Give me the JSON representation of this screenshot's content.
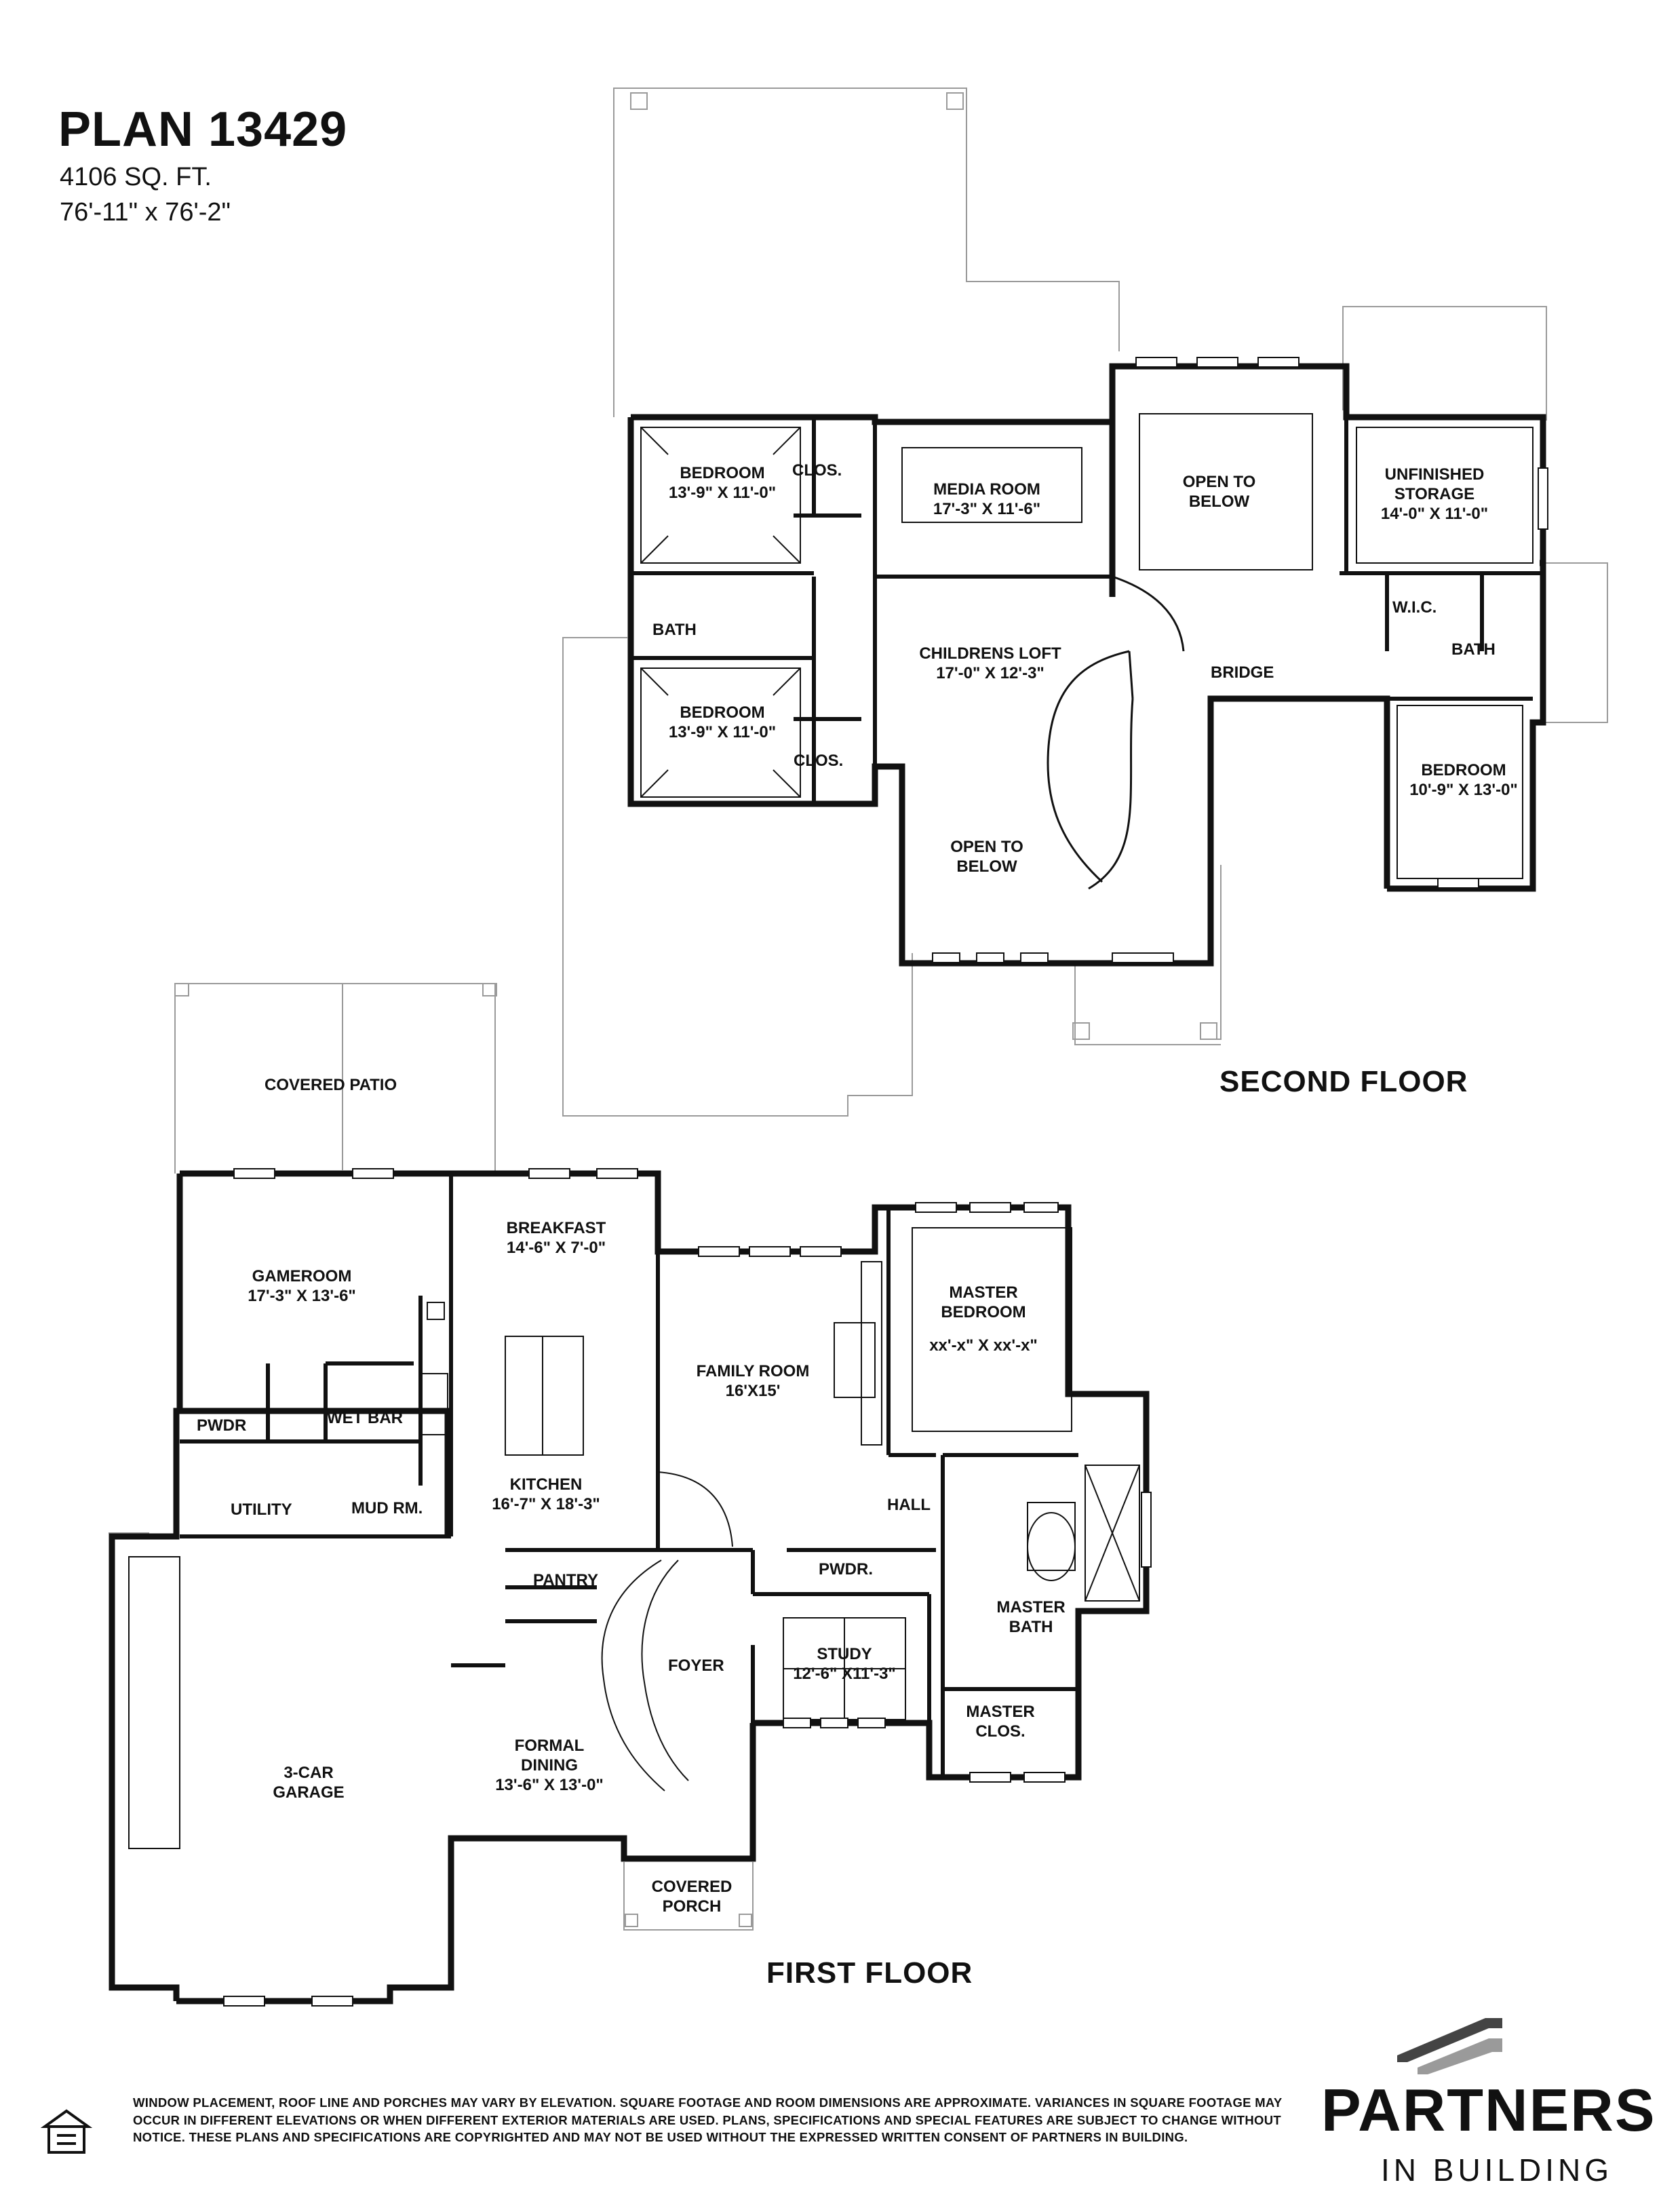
{
  "header": {
    "title": "PLAN 13429",
    "sq_ft": "4106 SQ. FT.",
    "dimensions": "76'-11\" x 76'-2\""
  },
  "floors": {
    "second": "SECOND FLOOR",
    "first": "FIRST FLOOR"
  },
  "rooms": {
    "bedroom_2_top": "BEDROOM\n13'-9\" X 11'-0\"",
    "clos_top": "CLOS.",
    "media_room": "MEDIA ROOM\n17'-3\" X 11'-6\"",
    "open_to_below_top": "OPEN TO\nBELOW",
    "unfinished_storage": "UNFINISHED\nSTORAGE\n14'-0\" X 11'-0\"",
    "bath_left": "BATH",
    "childrens_loft": "CHILDRENS LOFT\n17'-0\" X 12'-3\"",
    "wic": "W.I.C.",
    "bath_right": "BATH",
    "bridge": "BRIDGE",
    "bedroom_2_bottom": "BEDROOM\n13'-9\" X 11'-0\"",
    "clos_bottom": "CLOS.",
    "open_to_below_lower": "OPEN TO\nBELOW",
    "bedroom_right": "BEDROOM\n10'-9\" X 13'-0\"",
    "covered_patio": "COVERED PATIO",
    "breakfast": "BREAKFAST\n14'-6\" X 7'-0\"",
    "gameroom": "GAMEROOM\n17'-3\" X 13'-6\"",
    "master_bedroom": "MASTER\nBEDROOM",
    "master_bedroom_dims": "xx'-x\" X xx'-x\"",
    "family_room": "FAMILY ROOM\n16'X15'",
    "pwdr_left": "PWDR",
    "wet_bar": "WET BAR",
    "utility": "UTILITY",
    "mud_rm": "MUD RM.",
    "kitchen": "KITCHEN\n16'-7\" X 18'-3\"",
    "hall": "HALL",
    "pantry": "PANTRY",
    "pwdr_right": "PWDR.",
    "master_bath": "MASTER\nBATH",
    "foyer": "FOYER",
    "study": "STUDY\n12'-6\" X11'-3\"",
    "master_clos": "MASTER\nCLOS.",
    "garage": "3-CAR\nGARAGE",
    "formal_dining": "FORMAL\nDINING\n13'-6\" X 13'-0\"",
    "covered_porch": "COVERED\nPORCH"
  },
  "footer": {
    "disclaimer": "WINDOW PLACEMENT, ROOF LINE AND PORCHES MAY VARY BY ELEVATION.  SQUARE FOOTAGE AND ROOM DIMENSIONS ARE APPROXIMATE. VARIANCES IN SQUARE FOOTAGE MAY OCCUR IN DIFFERENT ELEVATIONS OR  WHEN DIFFERENT EXTERIOR MATERIALS ARE USED.  PLANS, SPECIFICATIONS AND SPECIAL FEATURES ARE SUBJECT TO CHANGE WITHOUT NOTICE.  THESE PLANS AND SPECIFICATIONS ARE COPYRIGHTED AND MAY NOT BE USED  WITHOUT THE EXPRESSED WRITTEN CONSENT OF PARTNERS IN BUILDING.",
    "brand_name": "PARTNERS",
    "brand_sub": "IN BUILDING",
    "equal_housing_icon": "equal-housing-opportunity-icon"
  },
  "colors": {
    "wall": "#111111",
    "outline": "#9a9a9a",
    "logo_dark": "#444444",
    "logo_light": "#9a9a9a"
  }
}
